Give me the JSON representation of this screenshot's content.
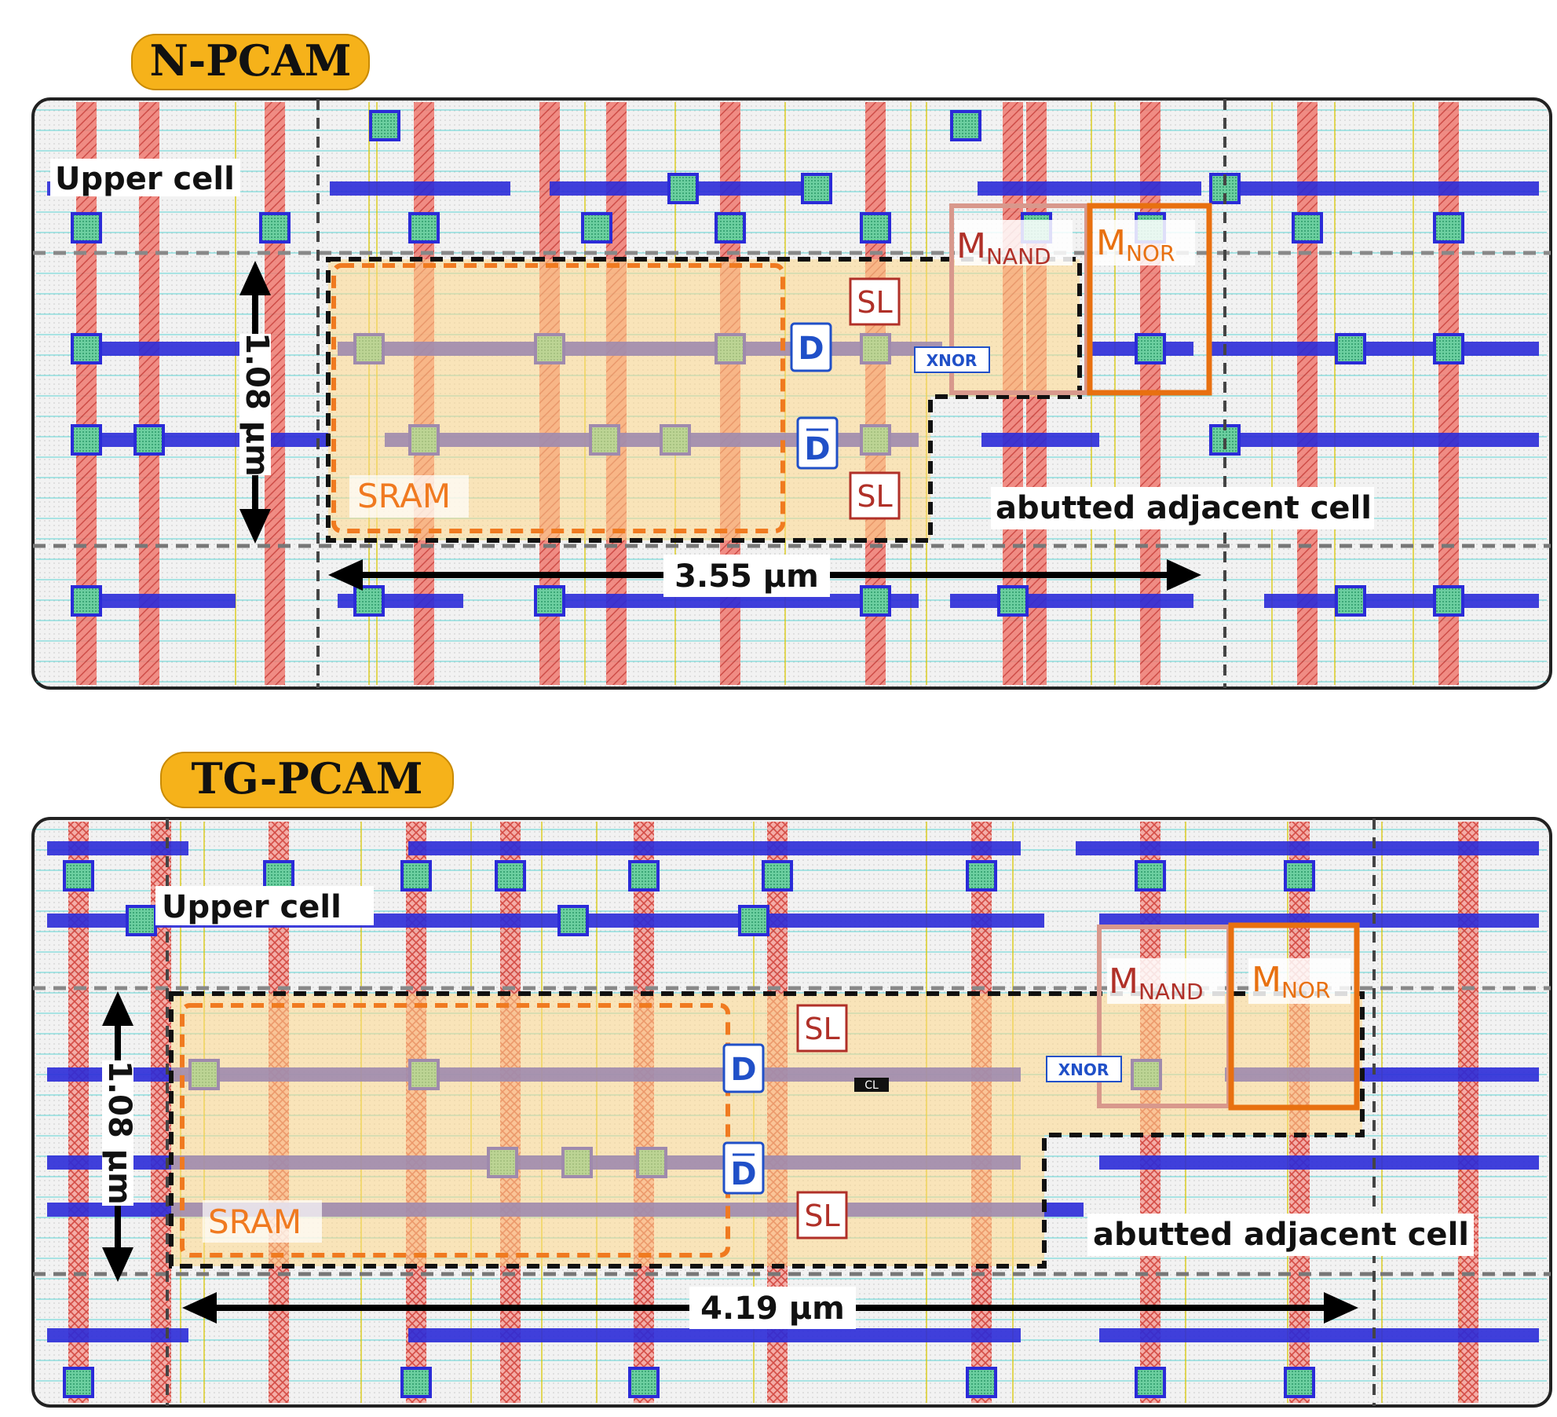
{
  "panels": [
    {
      "title": "N-PCAM",
      "upper_cell_label": "Upper cell",
      "height_label": "1.08 μm",
      "width_label": "3.55 μm",
      "sram_label": "SRAM",
      "sl_top_label": "SL",
      "sl_bottom_label": "SL",
      "d_label": "D",
      "dbar_label": "D",
      "xnor_label": "XNOR",
      "mnand_main": "M",
      "mnand_sub": "NAND",
      "mnor_main": "M",
      "mnor_sub": "NOR",
      "adjacent_label": "abutted adjacent cell"
    },
    {
      "title": "TG-PCAM",
      "upper_cell_label": "Upper cell",
      "height_label": "1.08 μm",
      "width_label": "4.19 μm",
      "sram_label": "SRAM",
      "sl_top_label": "SL",
      "sl_bottom_label": "SL",
      "d_label": "D",
      "dbar_label": "D",
      "xnor_label": "XNOR",
      "mnand_main": "M",
      "mnand_sub": "NAND",
      "mnor_main": "M",
      "mnor_sub": "NOR",
      "adjacent_label": "abutted adjacent cell",
      "small_tag": "CL"
    }
  ],
  "colors": {
    "poly": "#e8524a",
    "metal1": "#2b2bd8",
    "metal2": "#1ec8c8",
    "via": "#1aa36a",
    "yellow": "#d8c800",
    "pill": "#f6b21a",
    "sram_dash": "#f07a20",
    "highlight": "#ffd98a",
    "mnand": "#d8988c",
    "mnor": "#e87010",
    "label_red": "#b03028",
    "label_blue": "#2050c8"
  }
}
